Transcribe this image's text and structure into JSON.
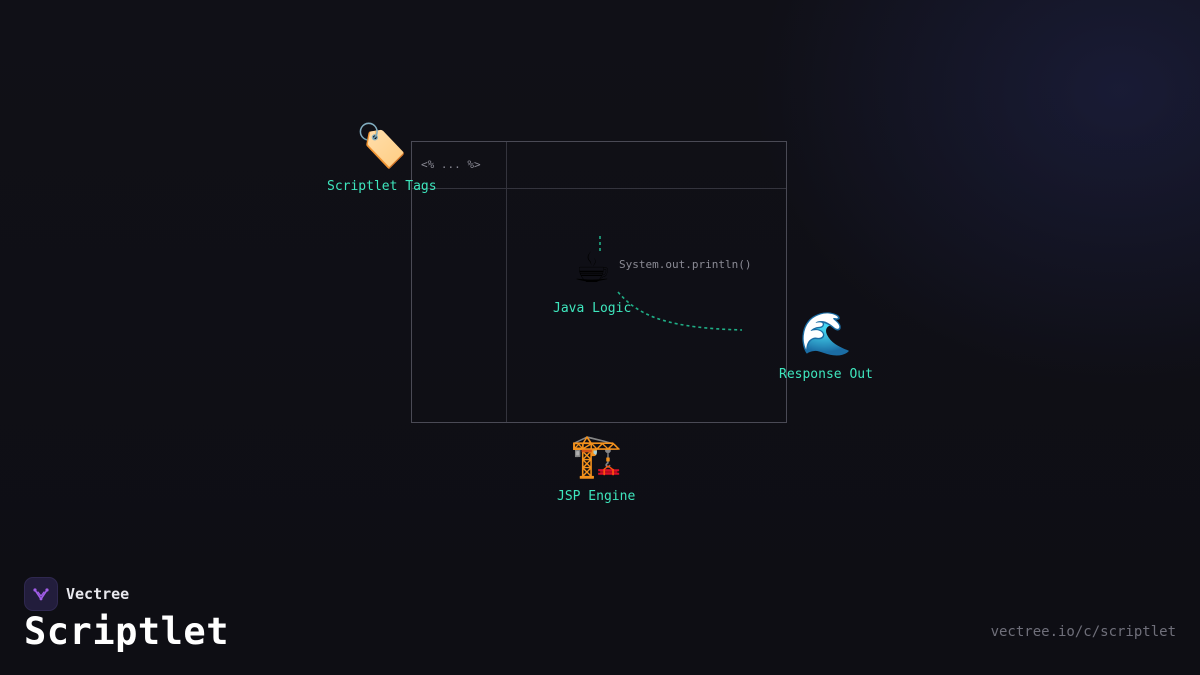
{
  "diagram": {
    "panel_code": "<% ... %>",
    "code_note": "System.out.println()",
    "nodes": {
      "scriptlet_tags": {
        "icon": "label-tag-icon",
        "glyph": "🏷️",
        "label": "Scriptlet Tags"
      },
      "java_logic": {
        "icon": "coffee-cup-icon",
        "glyph": "☕",
        "label": "Java Logic"
      },
      "response_out": {
        "icon": "water-wave-icon",
        "glyph": "🌊",
        "label": "Response Out"
      },
      "jsp_engine": {
        "icon": "construction-crane-icon",
        "glyph": "🏗️",
        "label": "JSP Engine"
      }
    },
    "colors": {
      "accent": "#3ee6bd",
      "connector": "#1fae86",
      "panel_border": "#4a4a55",
      "background": "#0e0e14"
    }
  },
  "brand": {
    "name": "Vectree",
    "logo_icon": "vectree-logo-icon",
    "logo_color": "#a15de8"
  },
  "page": {
    "title": "Scriptlet",
    "url": "vectree.io/c/scriptlet"
  }
}
